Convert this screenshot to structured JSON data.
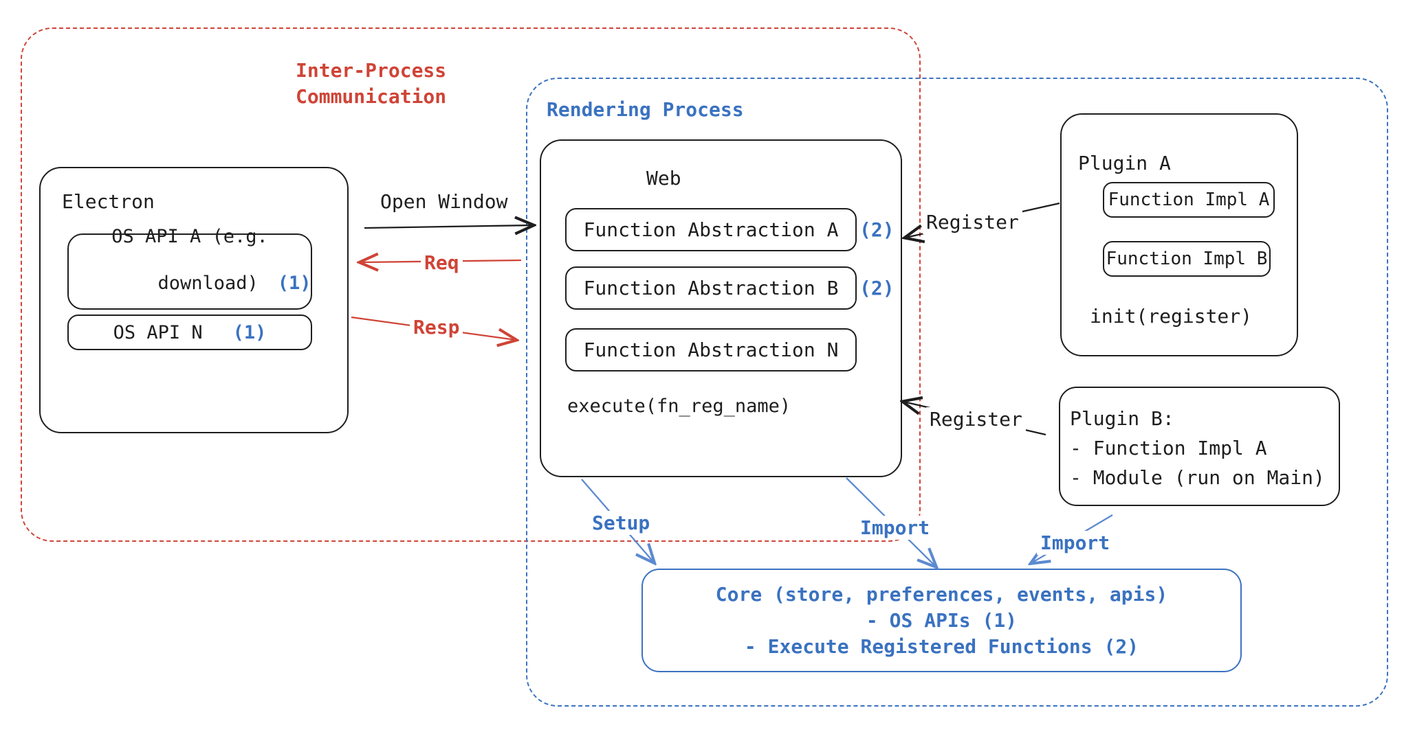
{
  "colors": {
    "red": "#cf4437",
    "blue": "#3a72c0",
    "arrow_blue": "#5b8ad0",
    "ink": "#1e1e1e"
  },
  "ipc_box": {
    "label_line1": "Inter-Process",
    "label_line2": "Communication"
  },
  "rendering_box": {
    "label": "Rendering Process"
  },
  "electron": {
    "title": "Electron",
    "api_a_line1": "OS API A (e.g.",
    "api_a_line2": "download)",
    "api_a_badge": "(1)",
    "api_n_label": "OS API N",
    "api_n_badge": "(1)"
  },
  "web": {
    "title": "Web",
    "fa_a": "Function Abstraction A",
    "fa_a_badge": "(2)",
    "fa_b": "Function Abstraction B",
    "fa_b_badge": "(2)",
    "fa_n": "Function Abstraction N",
    "execute": "execute(fn_reg_name)"
  },
  "plugin_a": {
    "title": "Plugin A",
    "impl_a": "Function Impl A",
    "impl_b": "Function Impl B",
    "init": "init(register)"
  },
  "plugin_b": {
    "line1": "Plugin B:",
    "line2": "- Function Impl A",
    "line3": "- Module (run on Main)"
  },
  "core": {
    "line1": "Core (store, preferences, events, apis)",
    "line2": "- OS APIs (1)",
    "line3": "- Execute Registered Functions (2)"
  },
  "arrows": {
    "open_window": "Open Window",
    "req": "Req",
    "resp": "Resp",
    "register_a": "Register",
    "register_b": "Register",
    "setup": "Setup",
    "import_web": "Import",
    "import_plugin": "Import"
  }
}
